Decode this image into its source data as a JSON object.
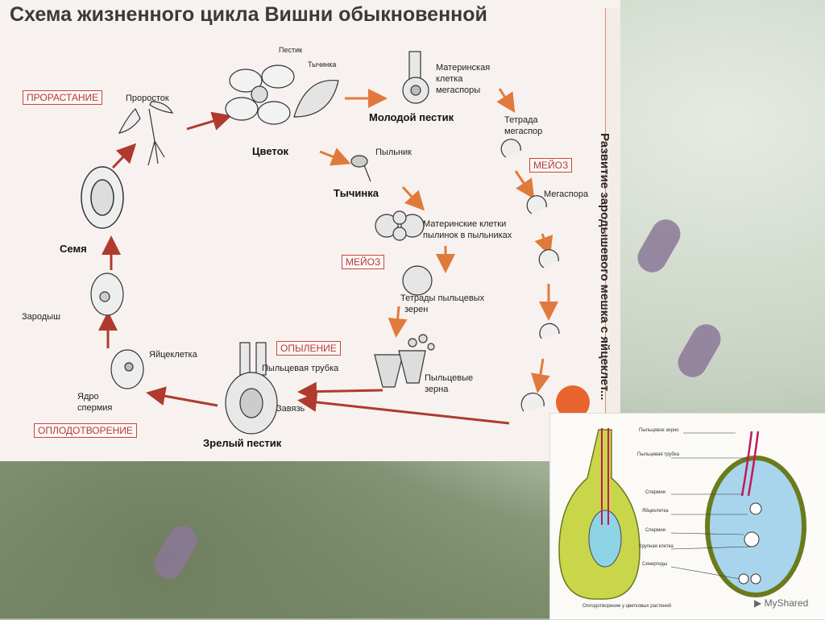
{
  "title": "Схема жизненного цикла Вишни обыкновенной",
  "vertical_label": "Развитие зародышевого мешка с яйцеклет...",
  "boxed": {
    "germination": "ПРОРАСТАНИЕ",
    "meiosis_right": "МЕЙОЗ",
    "meiosis_left": "МЕЙОЗ",
    "pollination": "ОПЫЛЕНИЕ",
    "fertilization": "ОПЛОДОТВОРЕНИЕ"
  },
  "bold_labels": {
    "flower": "Цветок",
    "young_pistil": "Молодой пестик",
    "stamen": "Тычинка",
    "seed": "Семя",
    "mature_pistil": "Зрелый пестик"
  },
  "labels": {
    "sprout": "Проросток",
    "pistil": "Пестик",
    "stamen_small": "Тычинка",
    "megaspore_mother_1": "Материнская",
    "megaspore_mother_2": "клетка",
    "megaspore_mother_3": "мегаспоры",
    "tetrad_1": "Тетрада",
    "tetrad_2": "мегаспор",
    "megaspore": "Мегаспора",
    "anther": "Пыльник",
    "pollen_mother_1": "Материнские клетки",
    "pollen_mother_2": "пылинок в пыльниках",
    "pollen_tetrads_1": "Тетрады пыльцевых",
    "pollen_tetrads_2": "зерен",
    "pollen_grains_1": "Пыльцевые",
    "pollen_grains_2": "зерна",
    "pollen_tube": "Пыльцевая трубка",
    "ovary": "Завязь",
    "egg": "Яйцеклетка",
    "sperm_nucleus_1": "Ядро",
    "sperm_nucleus_2": "спермия",
    "embryo": "Зародыш"
  },
  "inset": {
    "pollen_grain": "Пыльцевое зерно",
    "pollen_tube": "Пыльцевая трубка",
    "sperms_top": "Спермии",
    "egg": "Яйцеклетка",
    "sperms": "Спермии",
    "central_cell": "Крупная клетка",
    "synergids": "Синергиды",
    "caption": "Оплодотворение у цветковых растений"
  },
  "watermark": "MyShared",
  "colors": {
    "arrow": "#b03a2e",
    "arrow_orange": "#e07a3c",
    "box_border": "#cc4444",
    "dot": "#e8652e"
  }
}
